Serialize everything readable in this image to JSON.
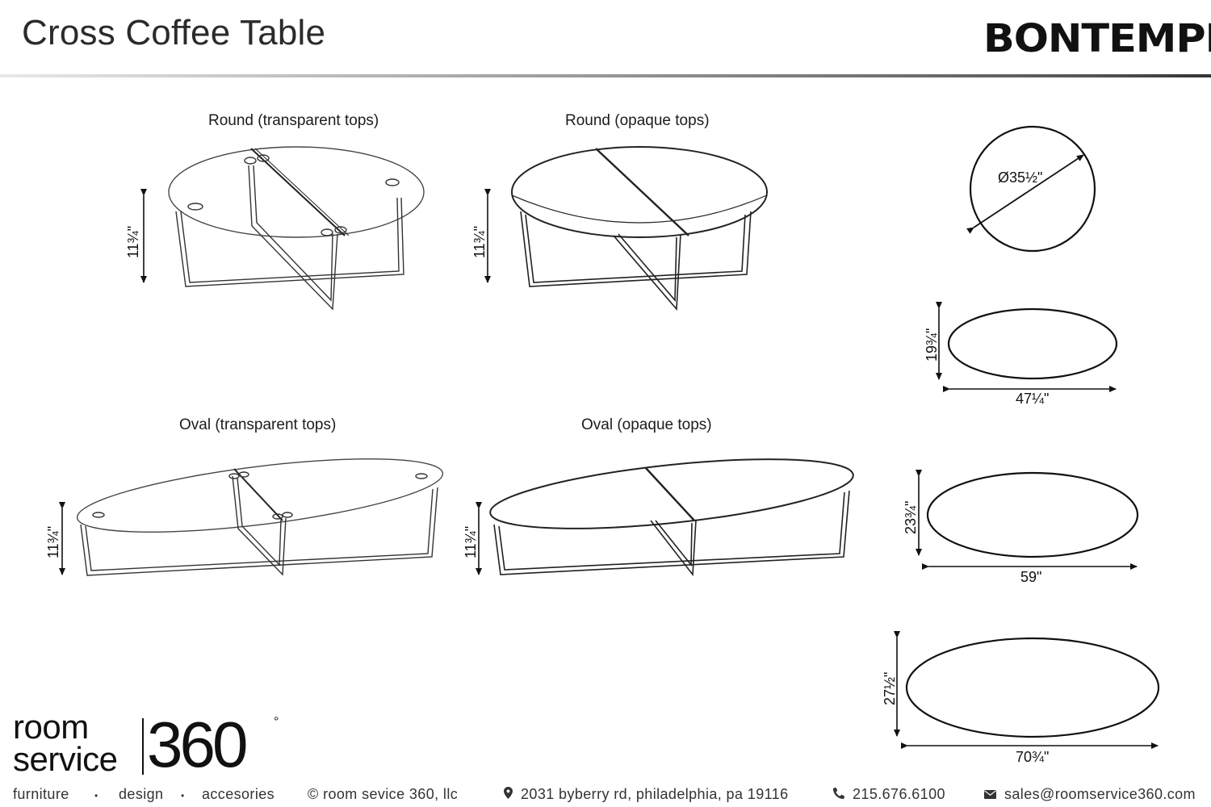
{
  "header": {
    "title": "Cross Coffee Table",
    "brand": "BONTEMPI"
  },
  "views": {
    "round_transparent": "Round (transparent tops)",
    "round_opaque": "Round (opaque tops)",
    "oval_transparent": "Oval (transparent tops)",
    "oval_opaque": "Oval (opaque tops)"
  },
  "dimensions": {
    "height_rt": "11¾\"",
    "height_ro": "11¾\"",
    "height_ot": "11¾\"",
    "height_oo": "11¾\"",
    "round_diameter": "Ø35½\"",
    "oval1_depth": "19¾\"",
    "oval1_width": "47¼\"",
    "oval2_depth": "23¾\"",
    "oval2_width": "59\"",
    "oval3_depth": "27½\"",
    "oval3_width": "70¾\""
  },
  "logo": {
    "line1": "room",
    "line2": "service",
    "number": "360",
    "degree": "°"
  },
  "footer": {
    "tag_furniture": "furniture",
    "tag_design": "design",
    "tag_accesories": "accesories",
    "separator": "•",
    "copyright": "© room sevice 360, llc",
    "address": "2031 byberry rd, philadelphia, pa 19116",
    "phone": "215.676.6100",
    "email": "sales@roomservice360.com"
  },
  "icons": {
    "address": "map-pin-icon",
    "phone": "phone-icon",
    "email": "envelope-icon"
  }
}
